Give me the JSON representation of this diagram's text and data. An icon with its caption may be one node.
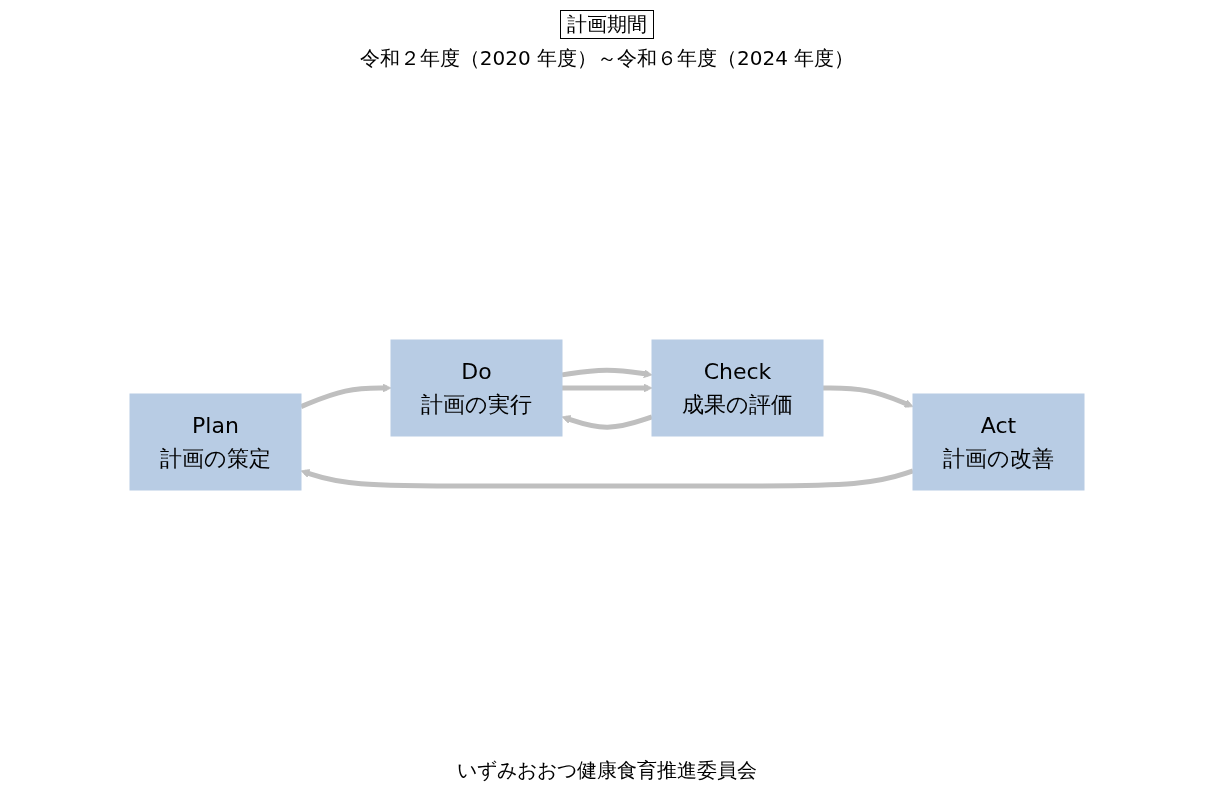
{
  "diagram": {
    "nodes": [
      {
        "text": [
          "Plan",
          "計画の策定"
        ]
      },
      {
        "text": [
          "Do",
          "計画の実行"
        ]
      },
      {
        "text": [
          "Check",
          "成果の評価"
        ]
      },
      {
        "text": [
          "Act",
          "計画の改善"
        ]
      }
    ],
    "edges": [
      {
        "from": 0,
        "to": 1,
        "arrow": "to"
      },
      {
        "from": 1,
        "to": 2,
        "arrow": "to"
      },
      {
        "from": 1,
        "to": 2,
        "arrow": "to"
      },
      {
        "from": 2,
        "to": 1,
        "arrow": "to"
      },
      {
        "from": 2,
        "to": 3,
        "arrow": "to"
      },
      {
        "from": 3,
        "to": 0,
        "arrow": "to"
      }
    ],
    "labels": [
      "計画期間",
      "令和２年度（2020 年度）～令和６年度（2024 年度）",
      "いずみおおつ健康食育推進委員会"
    ]
  }
}
